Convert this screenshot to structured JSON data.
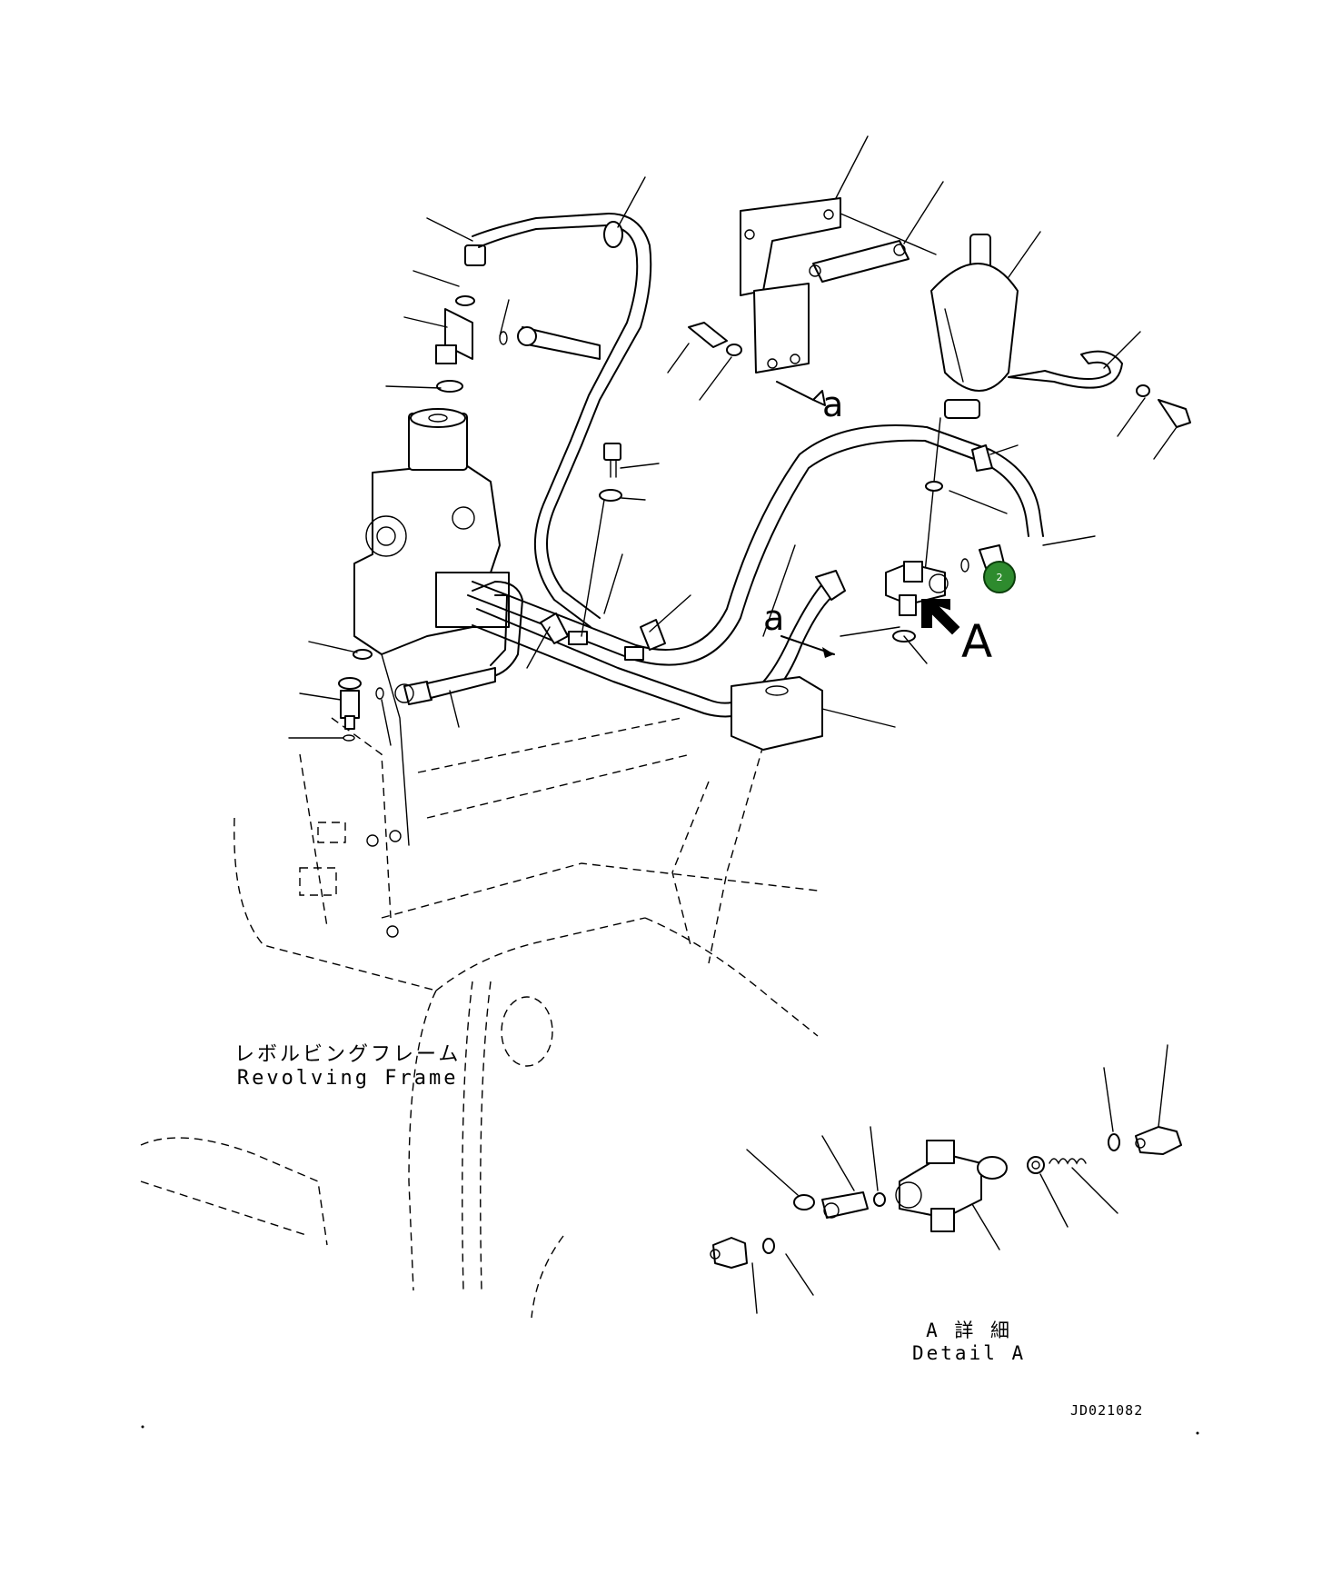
{
  "diagram": {
    "frame_label": {
      "ja": "レボルビングフレーム",
      "en": "Revolving Frame"
    },
    "detail_label": {
      "ja": "A 詳 細",
      "en": "Detail A"
    },
    "view_marker": "A",
    "section_marker_1": "a",
    "section_marker_2": "a",
    "drawing_code": "JD021082",
    "callout": {
      "number": "2",
      "color": "#2e8b2e"
    }
  }
}
